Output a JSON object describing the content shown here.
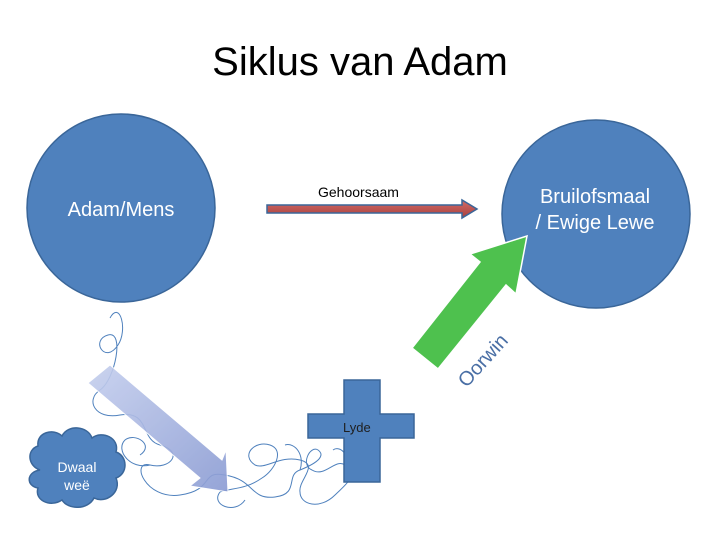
{
  "title": "Siklus van Adam",
  "nodes": {
    "adam": "Adam/Mens",
    "bruilof_line1": "Bruilofsmaal",
    "bruilof_line2": "/ Ewige Lewe",
    "lyde": "Lyde",
    "dwaal_line1": "Dwaal",
    "dwaal_line2": "weë"
  },
  "arrows": {
    "gehoorsaam": "Gehoorsaam",
    "oorwin": "Oorwin"
  },
  "colors": {
    "circle_fill": "#4f81bd",
    "circle_stroke": "#3a6699",
    "red_arrow": "#c0504d",
    "green_arrow": "#4ec14e",
    "lavender_arrow": "#9aaad8",
    "squiggle": "#4f81bd"
  }
}
